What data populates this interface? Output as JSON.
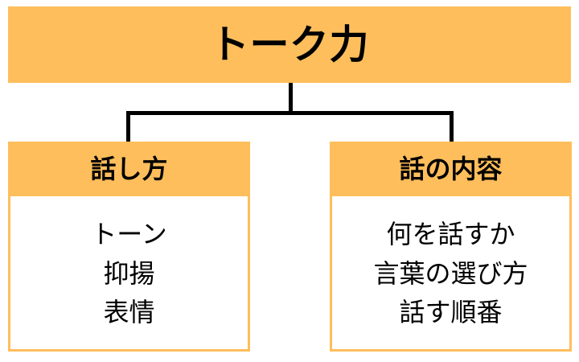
{
  "diagram": {
    "type": "hierarchy-tree",
    "colors": {
      "node_fill": "#ffbe5c",
      "border": "#ffbe5c",
      "connector": "#000000",
      "text": "#000000",
      "background": "#ffffff"
    },
    "root": {
      "label": "トーク力"
    },
    "branches": [
      {
        "header": "話し方",
        "items": [
          "トーン",
          "抑揚",
          "表情"
        ]
      },
      {
        "header": "話の内容",
        "items": [
          "何を話すか",
          "言葉の選び方",
          "話す順番"
        ]
      }
    ]
  }
}
